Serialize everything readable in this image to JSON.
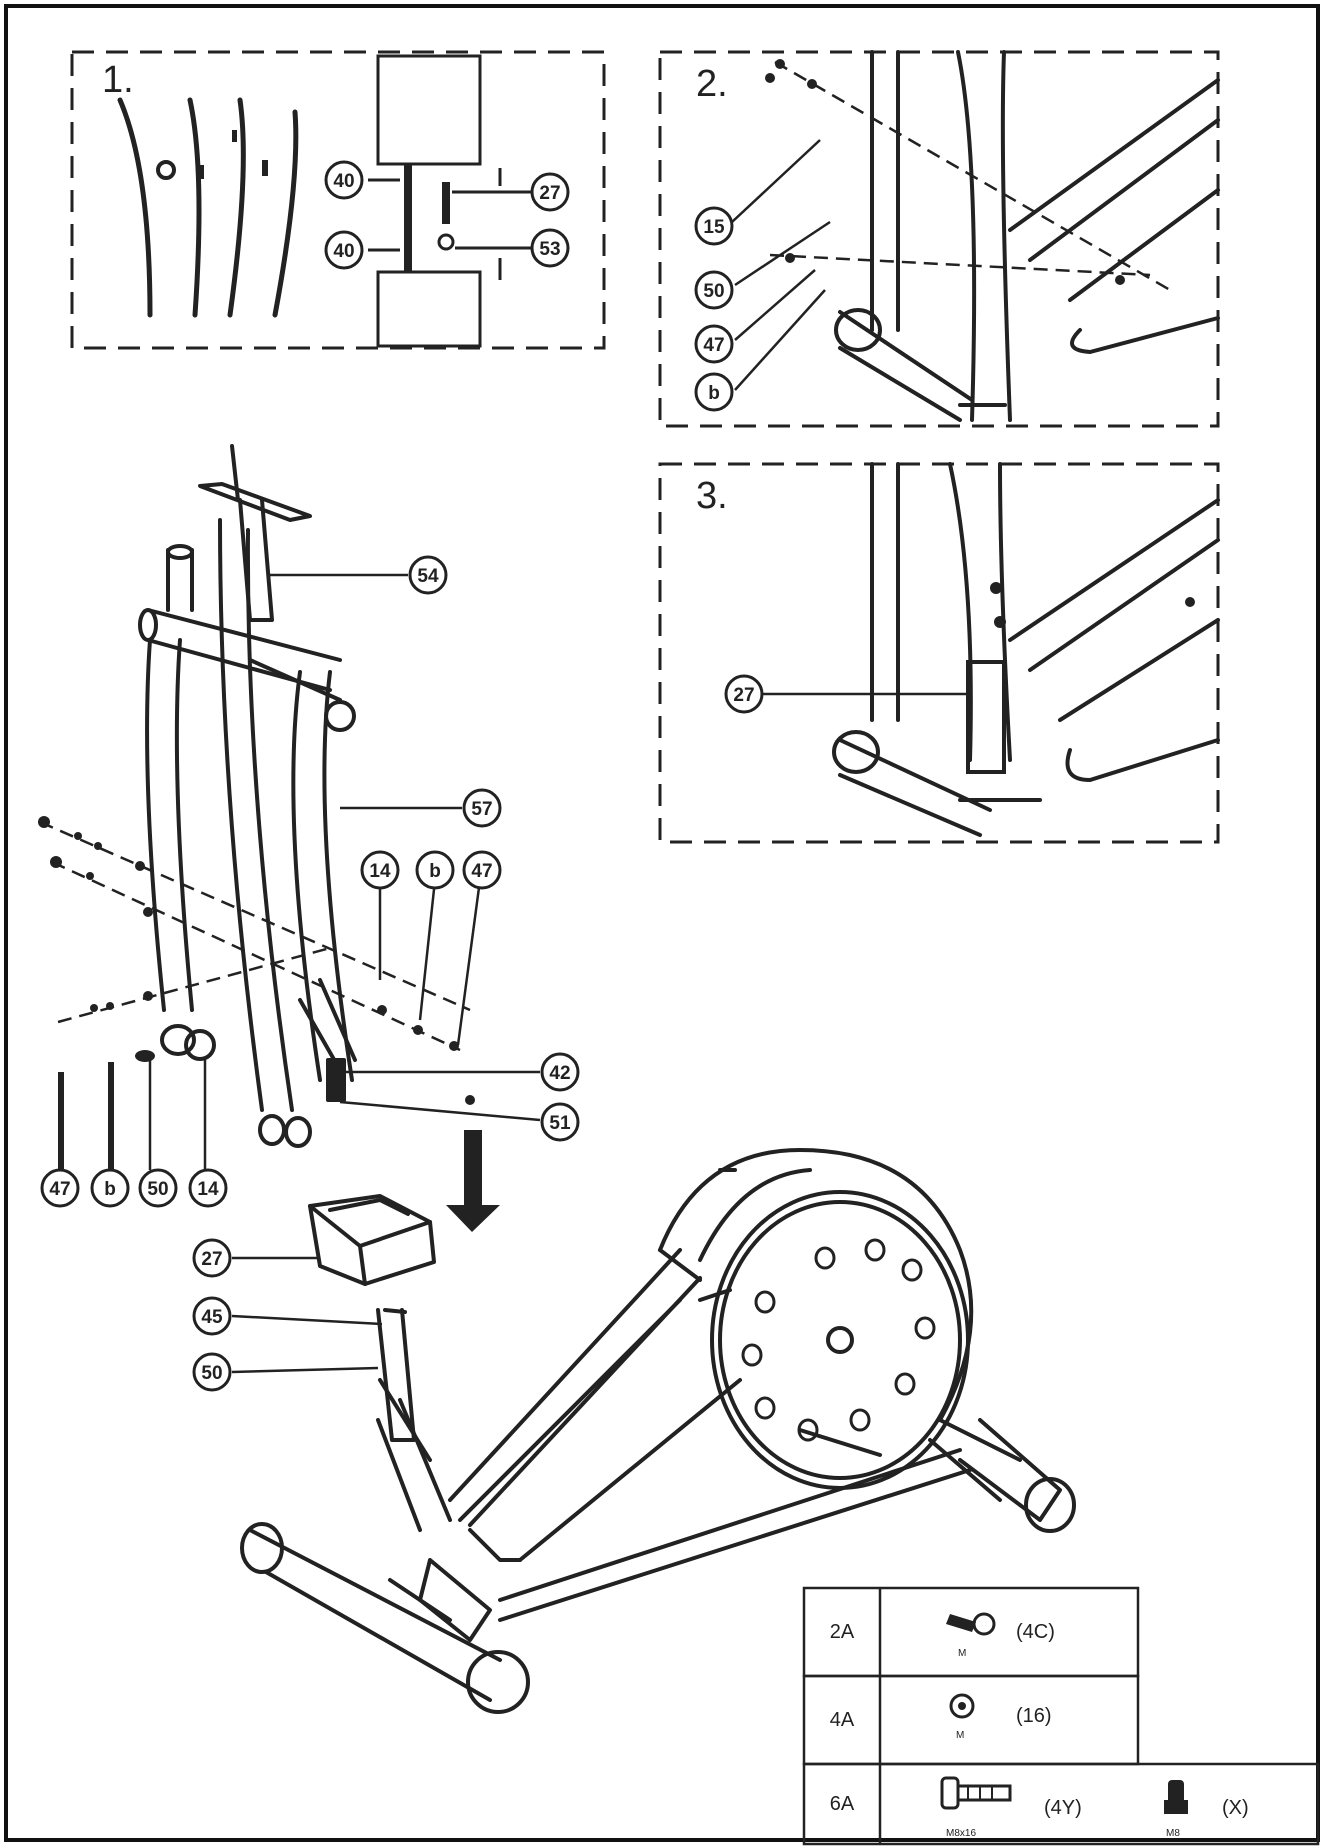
{
  "steps": {
    "step1": "1.",
    "step2": "2.",
    "step3": "3."
  },
  "callouts": {
    "s1_upper_left": "40",
    "s1_lower_left": "40",
    "s1_upper_right": "27",
    "s1_lower_right": "53",
    "s2_a": "15",
    "s2_b": "50",
    "s2_c": "47",
    "s2_d": "b",
    "s3_a": "27",
    "main_54": "54",
    "main_57": "57",
    "main_14": "14",
    "main_b": "b",
    "main_47": "47",
    "main_42": "42",
    "main_51": "51",
    "main_b_47": "47",
    "main_b_b": "b",
    "main_b_50": "50",
    "main_b_14": "14",
    "main_27": "27",
    "main_45": "45",
    "main_50": "50"
  },
  "hardware_table": {
    "rows": [
      {
        "key": "2A",
        "qty": "(4C)",
        "sub": "M"
      },
      {
        "key": "4A",
        "qty": "(16)",
        "sub": "M"
      },
      {
        "key": "6A",
        "qty": "(4Y)",
        "sub": "M8x16",
        "qty2": "(X)",
        "sub2": "M8"
      }
    ]
  }
}
